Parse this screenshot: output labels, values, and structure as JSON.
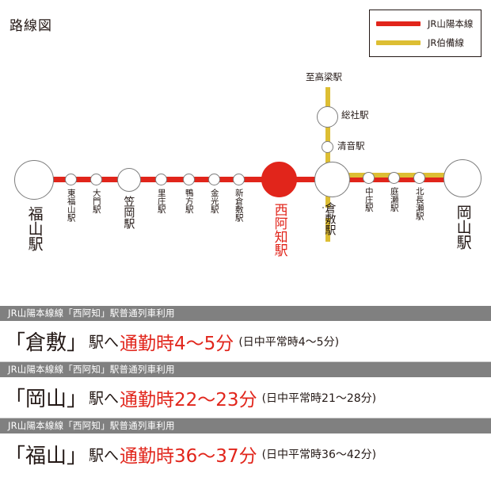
{
  "page": {
    "title": "路線図"
  },
  "legend": {
    "items": [
      {
        "label": "JR山陽本線",
        "color": "#e1251b",
        "icon": "line-swatch-red"
      },
      {
        "label": "JR伯備線",
        "color": "#ddbe33",
        "icon": "line-swatch-gold"
      }
    ]
  },
  "map": {
    "main_line_name": "JR山陽本線",
    "branch_line_name": "JR伯備線",
    "stations": [
      {
        "name": "福山駅",
        "size": "large",
        "line": "JR山陽本線"
      },
      {
        "name": "東福山駅",
        "size": "small",
        "line": "JR山陽本線"
      },
      {
        "name": "大門駅",
        "size": "small",
        "line": "JR山陽本線"
      },
      {
        "name": "笠岡駅",
        "size": "medium",
        "line": "JR山陽本線"
      },
      {
        "name": "里庄駅",
        "size": "small",
        "line": "JR山陽本線"
      },
      {
        "name": "鴨方駅",
        "size": "small",
        "line": "JR山陽本線"
      },
      {
        "name": "金光駅",
        "size": "small",
        "line": "JR山陽本線"
      },
      {
        "name": "新倉敷駅",
        "size": "small",
        "line": "JR山陽本線"
      },
      {
        "name": "西阿知駅",
        "size": "highlight",
        "line": "JR山陽本線"
      },
      {
        "name": "倉敷駅",
        "size": "medium",
        "line": "JR山陽本線"
      },
      {
        "name": "中庄駅",
        "size": "small",
        "line": "JR山陽本線"
      },
      {
        "name": "庭瀬駅",
        "size": "small",
        "line": "JR山陽本線"
      },
      {
        "name": "北長瀬駅",
        "size": "small",
        "line": "JR山陽本線"
      },
      {
        "name": "岡山駅",
        "size": "large",
        "line": "JR山陽本線"
      }
    ],
    "branch_stations": [
      {
        "name": "至高梁駅",
        "size": "terminus",
        "line": "JR伯備線"
      },
      {
        "name": "総社駅",
        "size": "medium",
        "line": "JR伯備線"
      },
      {
        "name": "清音駅",
        "size": "small",
        "line": "JR伯備線"
      }
    ]
  },
  "info_blocks": [
    {
      "header": "JR山陽本線線「西阿知」駅普通列車利用",
      "destination": "「倉敷」",
      "toward": "駅へ",
      "commute": "通勤時4〜5分",
      "daytime": "(日中平常時4〜5分)"
    },
    {
      "header": "JR山陽本線線「西阿知」駅普通列車利用",
      "destination": "「岡山」",
      "toward": "駅へ",
      "commute": "通勤時22〜23分",
      "daytime": "(日中平常時21〜28分)"
    },
    {
      "header": "JR山陽本線線「西阿知」駅普通列車利用",
      "destination": "「福山」",
      "toward": "駅へ",
      "commute": "通勤時36〜37分",
      "daytime": "(日中平常時36〜42分)"
    }
  ]
}
